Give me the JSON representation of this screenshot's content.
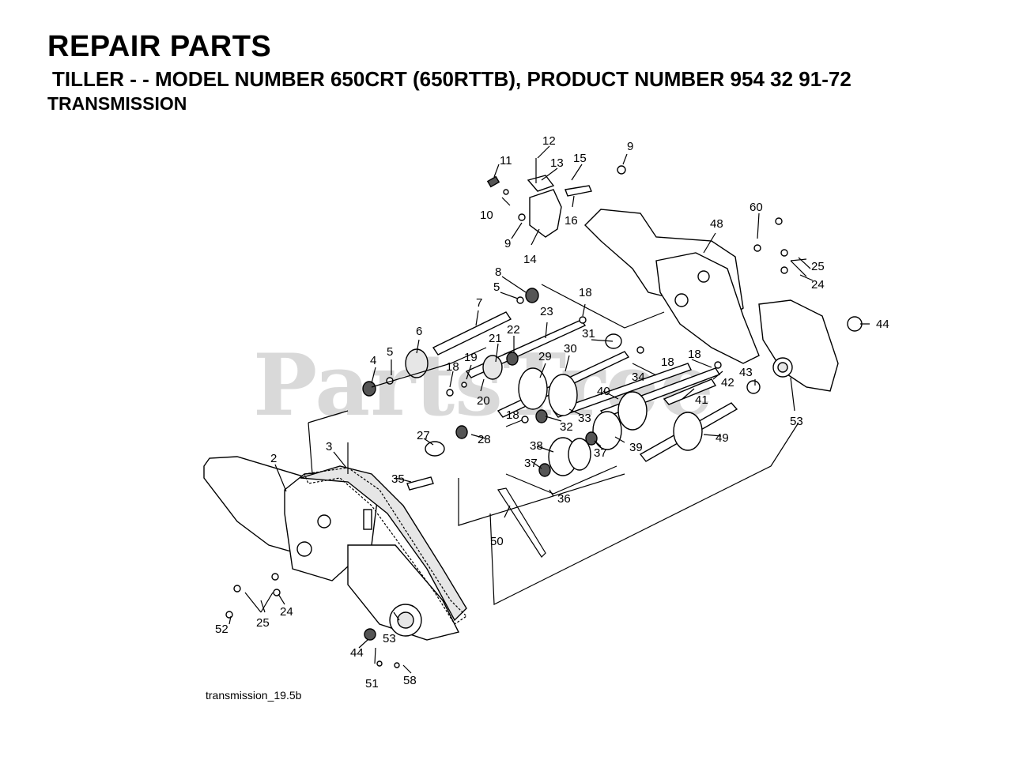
{
  "header": {
    "title": "REPAIR PARTS",
    "subtitle": "TILLER - - MODEL NUMBER 650CRT (650RTTB), PRODUCT NUMBER 954 32 91-72",
    "section": "TRANSMISSION"
  },
  "watermark": "PartsTree",
  "figure_note": "transmission_19.5b",
  "callouts": [
    "2",
    "3",
    "4",
    "5",
    "5",
    "6",
    "7",
    "8",
    "9",
    "9",
    "10",
    "11",
    "12",
    "13",
    "14",
    "15",
    "16",
    "18",
    "18",
    "18",
    "18",
    "18",
    "19",
    "20",
    "21",
    "22",
    "23",
    "24",
    "24",
    "25",
    "25",
    "27",
    "28",
    "29",
    "30",
    "31",
    "32",
    "33",
    "34",
    "35",
    "36",
    "37",
    "37",
    "38",
    "39",
    "40",
    "41",
    "42",
    "43",
    "44",
    "44",
    "48",
    "49",
    "50",
    "51",
    "52",
    "53",
    "53",
    "58",
    "60"
  ]
}
